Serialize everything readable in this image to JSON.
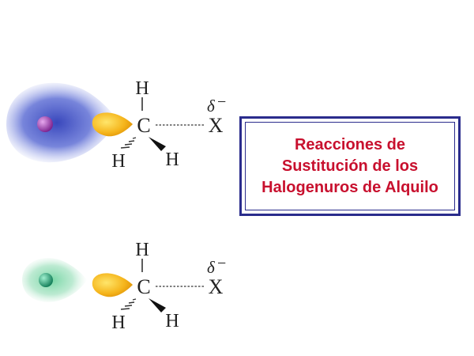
{
  "molecules": [
    {
      "label_H_top": "H",
      "label_C": "C",
      "label_X": "X",
      "label_H_left": "H",
      "label_H_right": "H",
      "delta_symbol": "δ",
      "delta_charge": "−",
      "nucleophile_color": "#8a2c9a",
      "cloud_color": "#4a5ccf"
    },
    {
      "label_H_top": "H",
      "label_C": "C",
      "label_X": "X",
      "label_H_left": "H",
      "label_H_right": "H",
      "delta_symbol": "δ",
      "delta_charge": "−",
      "nucleophile_color": "#1b8f66",
      "cloud_color": "#3fbf7f"
    }
  ],
  "title": {
    "line1": "Reacciones de",
    "line2": "Sustitución de los",
    "line3": "Halogenuros de Alquilo",
    "text_color": "#c8102e",
    "border_color": "#2a2c8c"
  }
}
